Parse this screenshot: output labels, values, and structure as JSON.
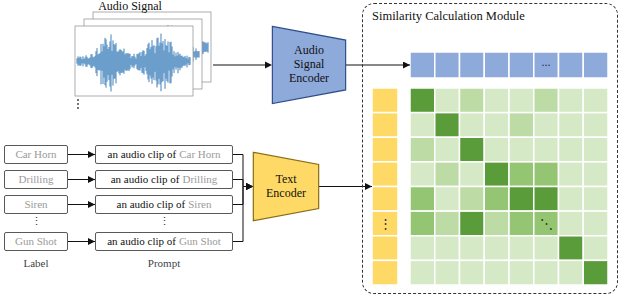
{
  "diagram": {
    "nodes": [
      {
        "text": [
          "Audio Signal Encoder"
        ]
      },
      {
        "text": [
          "Similarity Calculation Module"
        ]
      },
      {
        "text": [
          "Car Horn"
        ]
      },
      {
        "text": [
          "Drilling"
        ]
      },
      {
        "text": [
          "Siren"
        ]
      },
      {
        "text": [
          "Gun Shot"
        ]
      },
      {
        "text": [
          "an audio clip of",
          "Car Horn"
        ]
      },
      {
        "text": [
          "an audio clip of",
          "Drilling"
        ]
      },
      {
        "text": [
          "an audio clip of",
          "Siren"
        ]
      },
      {
        "text": [
          "an audio clip of",
          "Gun Shot"
        ]
      },
      {
        "text": [
          "Text Encoder"
        ]
      }
    ],
    "edges": [
      {
        "from": 2,
        "to": 6,
        "arrow": "to"
      },
      {
        "from": 3,
        "to": 7,
        "arrow": "to"
      },
      {
        "from": 4,
        "to": 8,
        "arrow": "to"
      },
      {
        "from": 5,
        "to": 9,
        "arrow": "to"
      },
      {
        "from": 6,
        "to": 10,
        "arrow": "to"
      },
      {
        "from": 7,
        "to": 10,
        "arrow": "to"
      },
      {
        "from": 8,
        "to": 10,
        "arrow": "to"
      },
      {
        "from": 9,
        "to": 10,
        "arrow": "to"
      },
      {
        "from": 0,
        "to": 1,
        "arrow": "to"
      },
      {
        "from": 10,
        "to": 1,
        "arrow": "to"
      }
    ],
    "labels": [
      "Audio Signal",
      "...",
      "⋮",
      "⋱",
      "⋮",
      "⋮",
      "Label",
      "Prompt"
    ]
  }
}
